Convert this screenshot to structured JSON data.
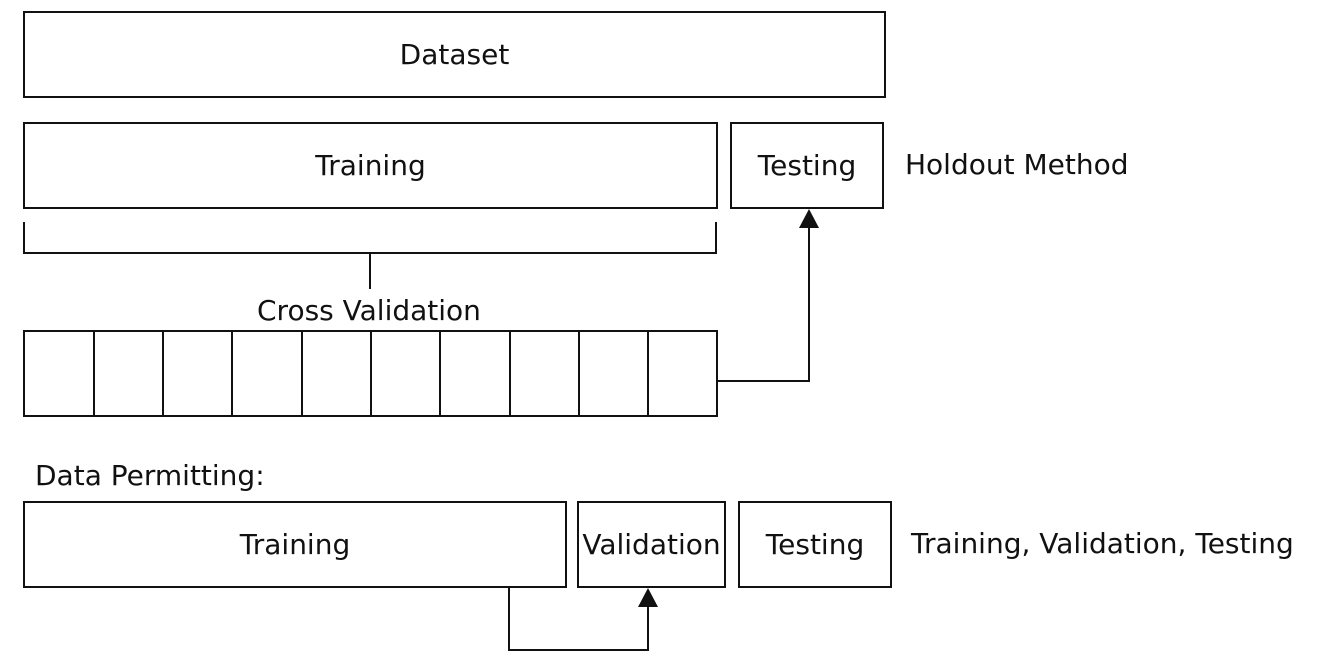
{
  "dataset": {
    "label": "Dataset"
  },
  "holdout": {
    "training_label": "Training",
    "testing_label": "Testing",
    "method_label": "Holdout Method"
  },
  "cross_validation": {
    "label": "Cross Validation",
    "fold_count": 10
  },
  "data_permitting": {
    "heading": "Data Permitting:",
    "training_label": "Training",
    "validation_label": "Validation",
    "testing_label": "Testing",
    "method_label": "Training, Validation, Testing"
  }
}
